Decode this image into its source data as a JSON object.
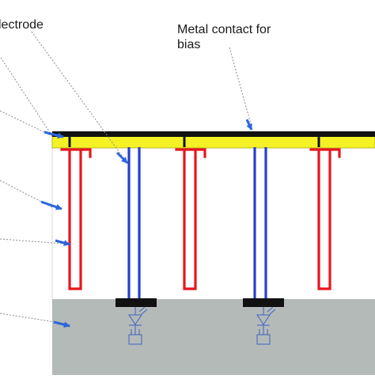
{
  "labels": {
    "electrode": "lectrode",
    "metal_contact_line1": "Metal contact for",
    "metal_contact_line2": "bias"
  },
  "colors": {
    "background": "#ffffff",
    "metal_contact": "#111111",
    "yellow_layer": "#f4f224",
    "yellow_edge": "#a8a61a",
    "red_electrode": "#e8151c",
    "blue_electrode": "#2640d0",
    "substrate": "#b4bab8",
    "leader_line": "#8a8a8a",
    "arrow": "#2b66dc",
    "diode_symbol": "#3f63c2",
    "pad": "#111111"
  },
  "elements": {
    "red_electrodes": 3,
    "blue_electrodes": 2,
    "contact_pads": 2,
    "diode_symbols": 2,
    "arrows": 6
  }
}
